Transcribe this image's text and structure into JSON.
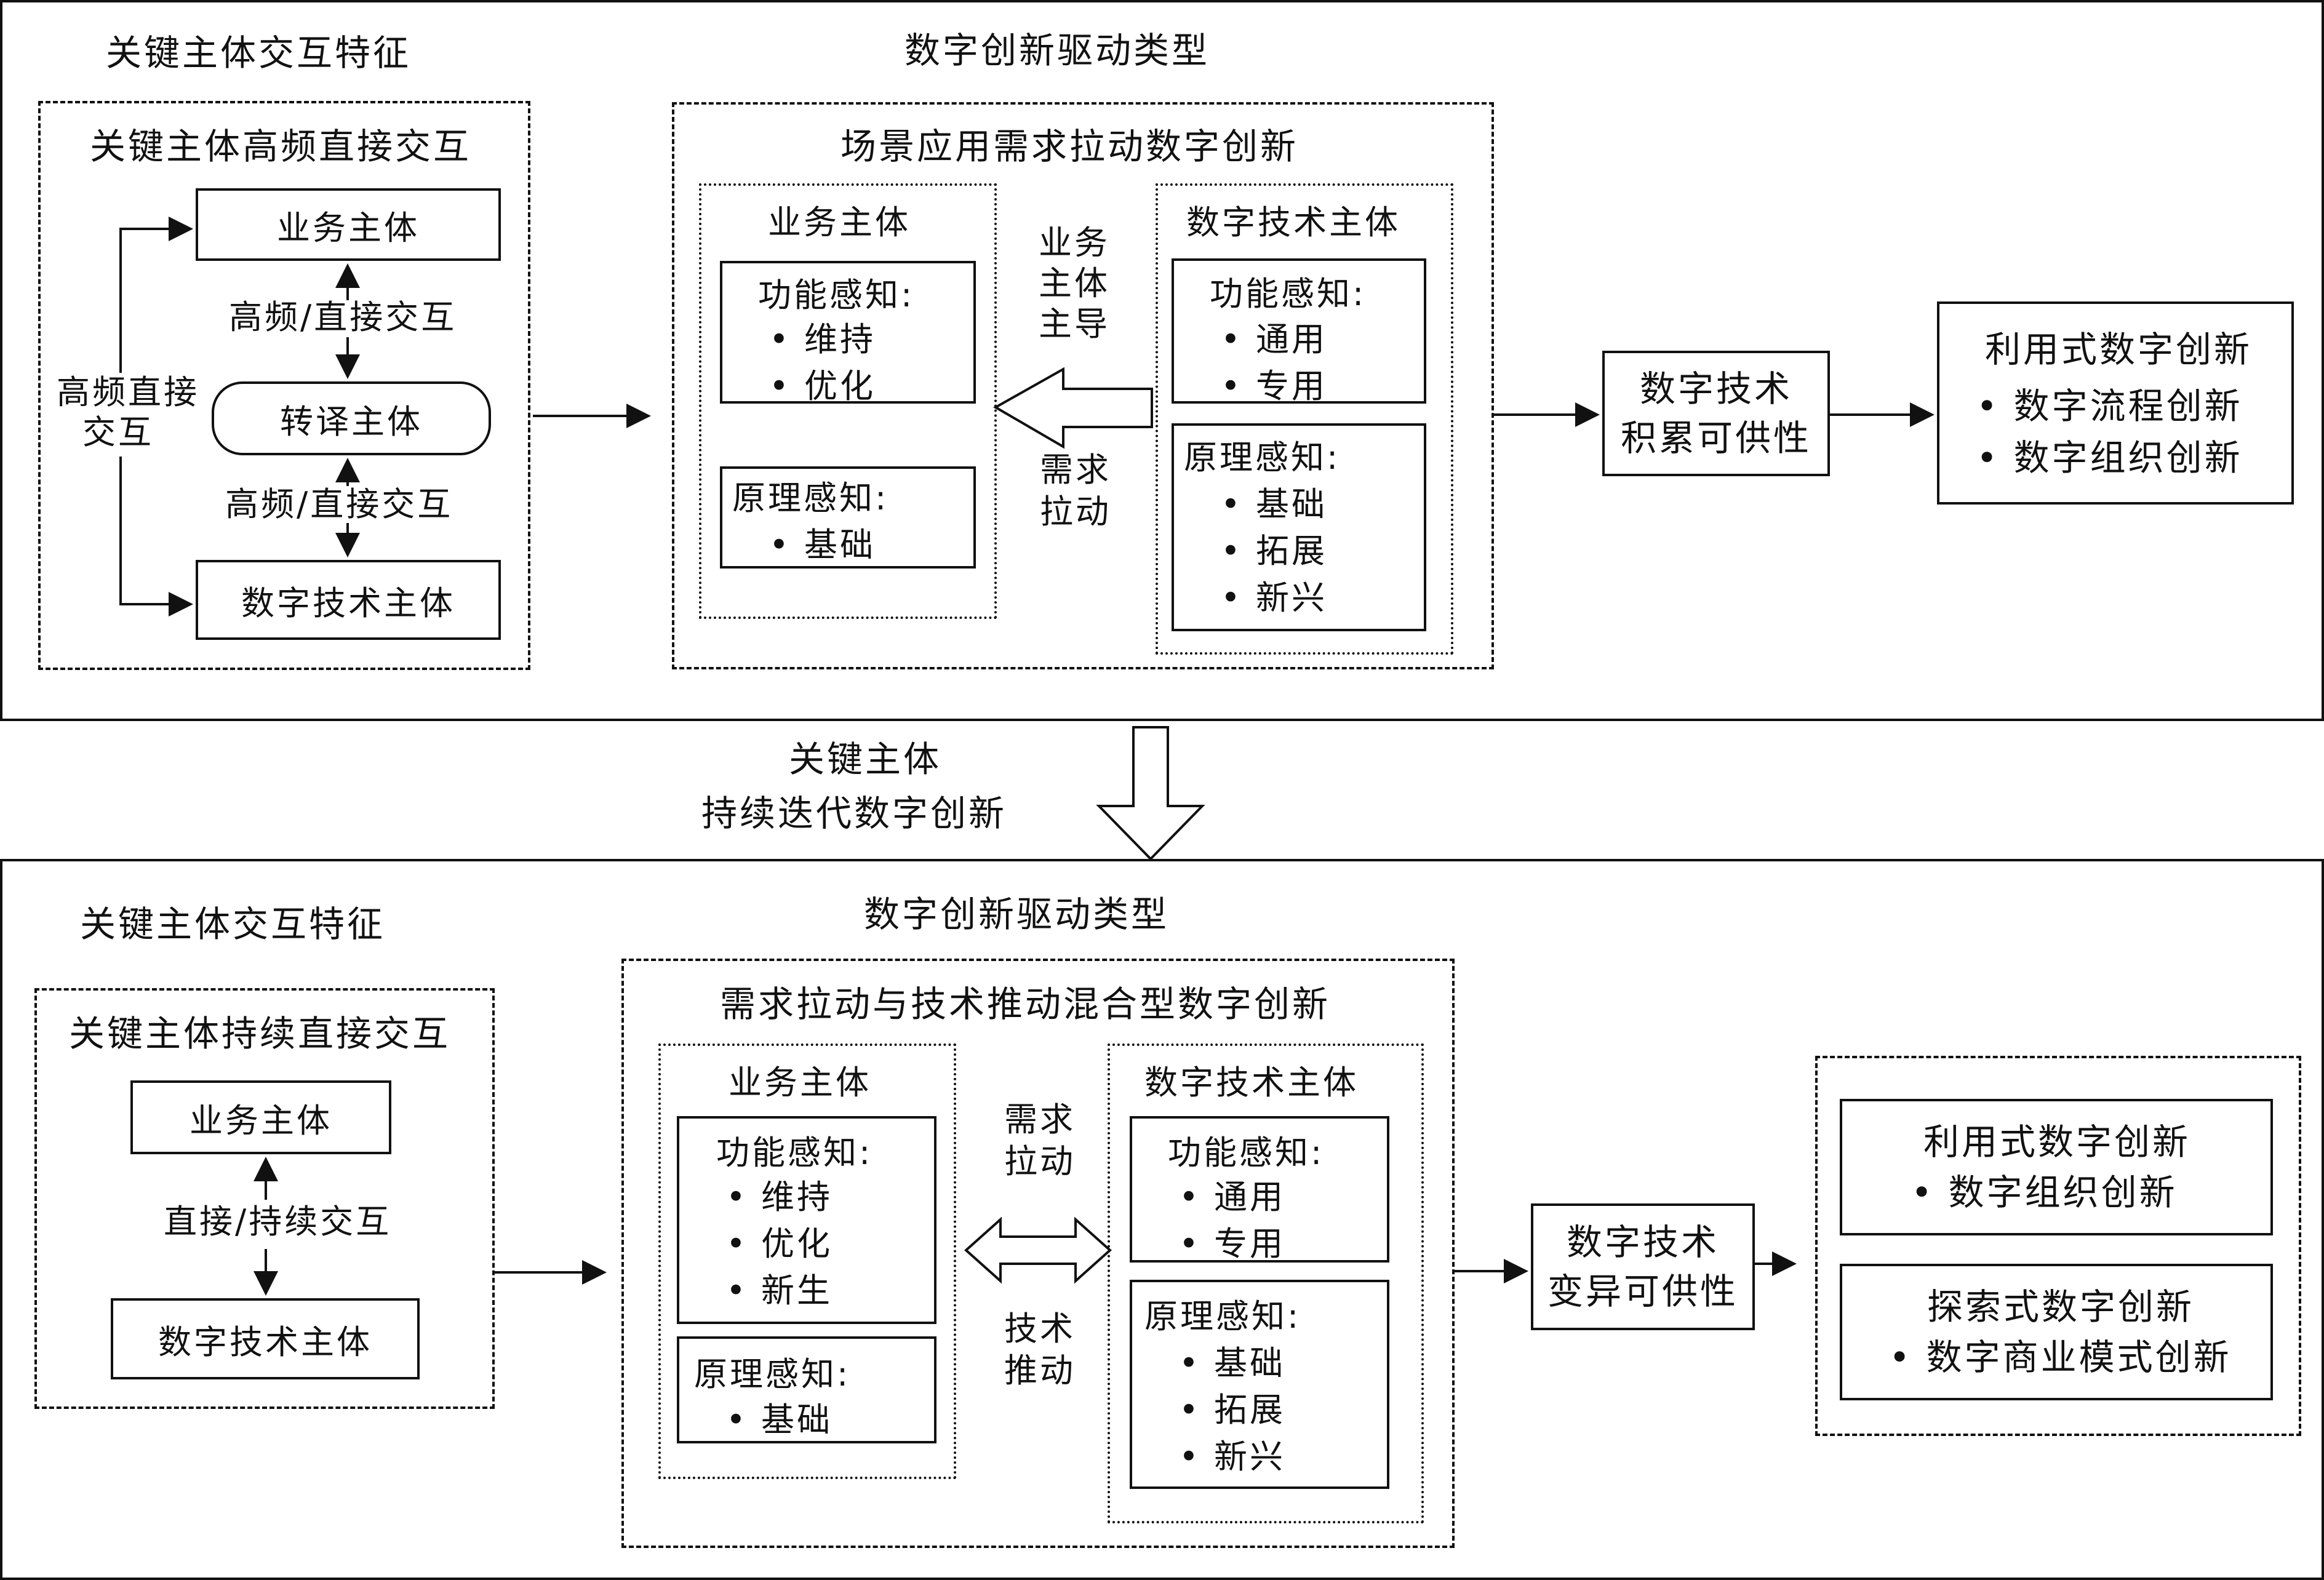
{
  "top": {
    "interaction_title": "关键主体交互特征",
    "driver_title": "数字创新驱动类型",
    "interaction_box_title": "关键主体高频直接交互",
    "business_subject": "业务主体",
    "translator_subject": "转译主体",
    "tech_subject": "数字技术主体",
    "edge_top": "高频/直接交互",
    "edge_bottom": "高频/直接交互",
    "side_label_line1": "高频直接",
    "side_label_line2": "交互",
    "driver_box_title": "场景应用需求拉动数字创新",
    "left_panel_title": "业务主体",
    "left_func_title": "功能感知:",
    "left_func_items": [
      "• 维持",
      "• 优化"
    ],
    "left_prin_title": "原理感知:",
    "left_prin_items": [
      "• 基础"
    ],
    "right_panel_title": "数字技术主体",
    "right_func_title": "功能感知:",
    "right_func_items": [
      "• 通用",
      "• 专用"
    ],
    "right_prin_title": "原理感知:",
    "right_prin_items": [
      "• 基础",
      "• 拓展",
      "• 新兴"
    ],
    "lead_label": [
      "业务",
      "主体",
      "主导"
    ],
    "pull_label": [
      "需求",
      "拉动"
    ],
    "affordance_line1": "数字技术",
    "affordance_line2": "积累可供性",
    "outcome_title": "利用式数字创新",
    "outcome_items": [
      "• 数字流程创新",
      "• 数字组织创新"
    ]
  },
  "transition": {
    "line1": "关键主体",
    "line2": "持续迭代数字创新"
  },
  "bottom": {
    "interaction_title": "关键主体交互特征",
    "driver_title": "数字创新驱动类型",
    "interaction_box_title": "关键主体持续直接交互",
    "business_subject": "业务主体",
    "tech_subject": "数字技术主体",
    "edge_label": "直接/持续交互",
    "driver_box_title": "需求拉动与技术推动混合型数字创新",
    "left_panel_title": "业务主体",
    "left_func_title": "功能感知:",
    "left_func_items": [
      "• 维持",
      "• 优化",
      "• 新生"
    ],
    "left_prin_title": "原理感知:",
    "left_prin_items": [
      "• 基础"
    ],
    "right_panel_title": "数字技术主体",
    "right_func_title": "功能感知:",
    "right_func_items": [
      "• 通用",
      "• 专用"
    ],
    "right_prin_title": "原理感知:",
    "right_prin_items": [
      "• 基础",
      "• 拓展",
      "• 新兴"
    ],
    "pull_label": [
      "需求",
      "拉动"
    ],
    "push_label": [
      "技术",
      "推动"
    ],
    "affordance_line1": "数字技术",
    "affordance_line2": "变异可供性",
    "outcome1_title": "利用式数字创新",
    "outcome1_items": [
      "• 数字组织创新"
    ],
    "outcome2_title": "探索式数字创新",
    "outcome2_items": [
      "• 数字商业模式创新"
    ]
  }
}
